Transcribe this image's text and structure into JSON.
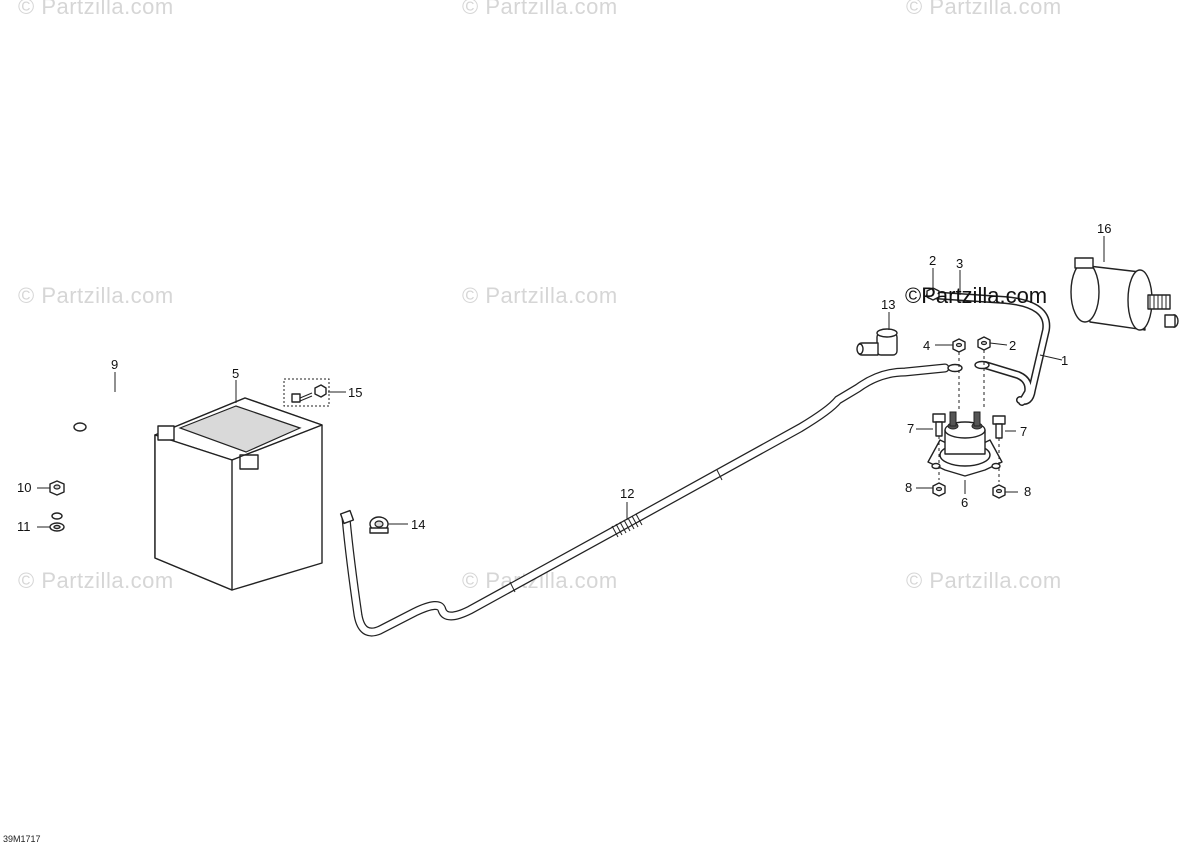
{
  "watermark": {
    "text": "© Partzilla.com",
    "highlight_text": "©Partzilla.com"
  },
  "diagram_code": "39M1717",
  "callouts": [
    {
      "id": "c1",
      "label": "1"
    },
    {
      "id": "c2a",
      "label": "2"
    },
    {
      "id": "c2b",
      "label": "2"
    },
    {
      "id": "c3",
      "label": "3"
    },
    {
      "id": "c4",
      "label": "4"
    },
    {
      "id": "c5",
      "label": "5"
    },
    {
      "id": "c6",
      "label": "6"
    },
    {
      "id": "c7a",
      "label": "7"
    },
    {
      "id": "c7b",
      "label": "7"
    },
    {
      "id": "c8a",
      "label": "8"
    },
    {
      "id": "c8b",
      "label": "8"
    },
    {
      "id": "c9",
      "label": "9"
    },
    {
      "id": "c10",
      "label": "10"
    },
    {
      "id": "c11",
      "label": "11"
    },
    {
      "id": "c12",
      "label": "12"
    },
    {
      "id": "c13",
      "label": "13"
    },
    {
      "id": "c14",
      "label": "14"
    },
    {
      "id": "c15",
      "label": "15"
    },
    {
      "id": "c16",
      "label": "16"
    }
  ]
}
